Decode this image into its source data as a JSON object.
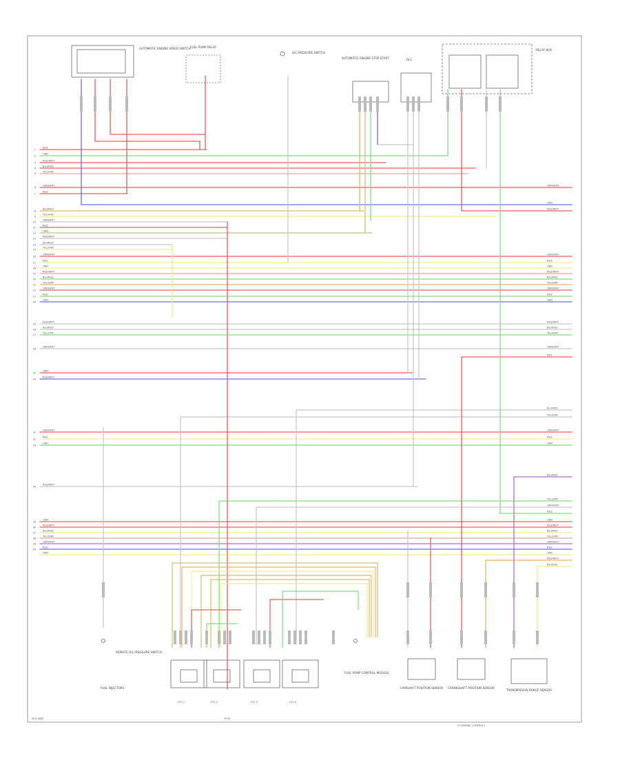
{
  "colors": {
    "red": "#f25a5a",
    "green": "#7ee07e",
    "blue": "#6a6af0",
    "yellow": "#f2ec8a",
    "orange": "#f2b35a",
    "pink": "#f2a0a0",
    "gray": "#c8c8c8",
    "purple": "#b06ad8",
    "olive": "#c8c07a",
    "black": "#555555"
  },
  "labels": {
    "top_left_switch": "AUTOMATIC ENGINE SPEED SWITCH",
    "top_relay": "FUEL PUMP RELAY",
    "top_sensor": "OIL PRESSURE SWITCH",
    "top_controller": "AUTOMATIC ENGINE STOP START",
    "top_dlc": "DLC",
    "top_right_block": "RELAY BOX",
    "bottom_switch": "REMOTE OIL PRESSURE SWITCH",
    "bottom_injectors": "FUEL INJECTORS",
    "bottom_ground": "FUEL PUMP CONTROL MODULE",
    "bottom_sensor1": "CAMSHAFT POSITION SENSOR",
    "bottom_sensor2": "CRANKSHAFT POSITION SENSOR",
    "bottom_sensor3": "TRANSMISSION RANGE SENSOR",
    "footer_left": "W/O AWD",
    "footer_center": "ECM",
    "footer_right": "TO ENGINE CONTROLS"
  },
  "ecm_pins": [
    "1",
    "2",
    "3",
    "4",
    "5",
    "6",
    "7",
    "8",
    "9",
    "10",
    "11",
    "12",
    "13",
    "14",
    "15",
    "16",
    "17",
    "18",
    "19",
    "20",
    "21",
    "22",
    "23",
    "24",
    "25",
    "26",
    "27",
    "28",
    "29",
    "30",
    "31",
    "32",
    "33",
    "34",
    "35",
    "36",
    "37",
    "38",
    "39",
    "40"
  ],
  "injector_labels": [
    "CYL 1",
    "CYL 2",
    "CYL 3",
    "CYL 4"
  ],
  "wires": [
    {
      "name": "red",
      "label": "RED"
    },
    {
      "name": "green",
      "label": "GRN"
    },
    {
      "name": "redwht",
      "label": "RED/WHT"
    },
    {
      "name": "blu",
      "label": "BLU/RED"
    },
    {
      "name": "yelgrn",
      "label": "YEL/GRN"
    },
    {
      "name": "grnwht",
      "label": "GRN/WHT"
    }
  ]
}
